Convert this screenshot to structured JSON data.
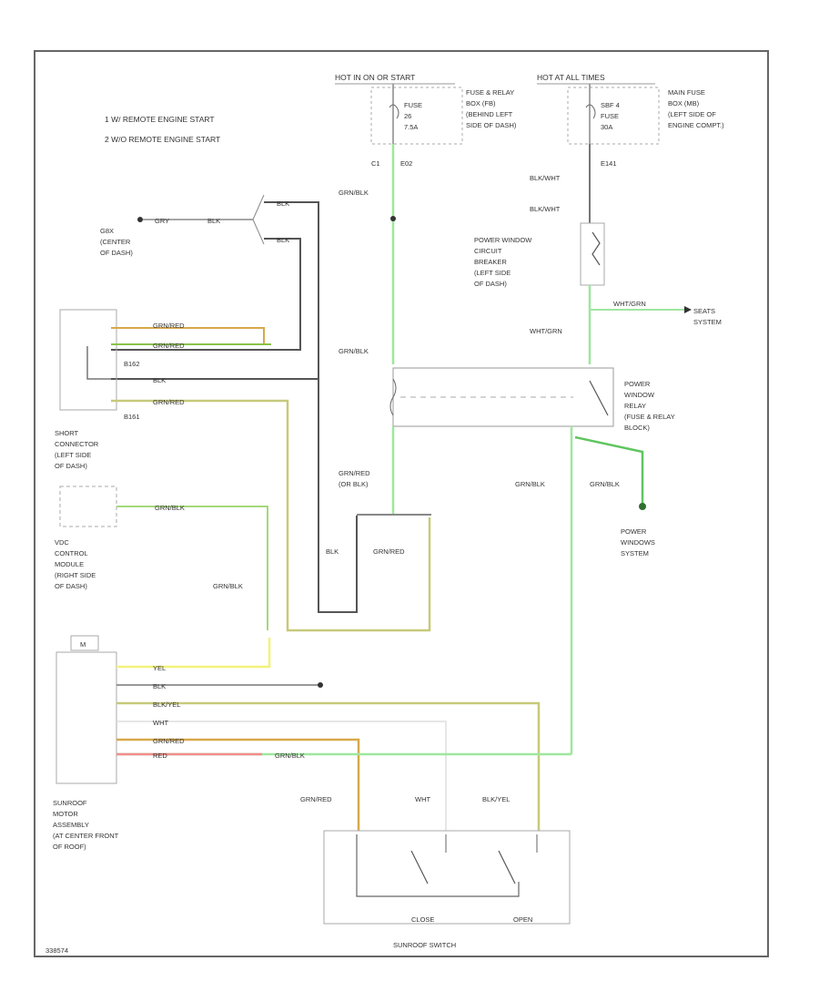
{
  "notes": {
    "note1": "1  W/ REMOTE ENGINE START",
    "note2": "2  W/O REMOTE ENGINE START"
  },
  "power": {
    "hot_run_start": "HOT IN ON OR START",
    "hot_at_all_times": "HOT AT ALL TIMES",
    "fuse_26": [
      "FUSE",
      "26",
      "7.5A"
    ],
    "fuse_relay_block": [
      "FUSE & RELAY",
      "BOX (FB)",
      "(BEHIND LEFT",
      "SIDE OF DASH)"
    ],
    "sbf4": [
      "SBF 4",
      "FUSE",
      "30A"
    ],
    "main_fuse_box": [
      "MAIN FUSE",
      "BOX (MB)",
      "(LEFT SIDE OF",
      "ENGINE COMPT.)"
    ]
  },
  "wires": {
    "c1": "C1",
    "e02": "E02",
    "e141": "E141",
    "grn_blk": "GRN/BLK",
    "blk_wht": "BLK/WHT",
    "wht_grn": "WHT/GRN",
    "gry": "GRY",
    "blk": "BLK",
    "grn_red": "GRN/RED",
    "grn_red_or_blk": [
      "GRN/RED",
      "(OR BLK)"
    ],
    "yel": "YEL",
    "blk_yel": "BLK/YEL",
    "wht": "WHT",
    "red": "RED",
    "b162": "B162",
    "b161": "B161"
  },
  "components": {
    "g8x": [
      "G8X",
      "(CENTER",
      "OF DASH)"
    ],
    "pw_breaker": [
      "POWER WINDOW",
      "CIRCUIT",
      "BREAKER",
      "(LEFT SIDE",
      "OF DASH)"
    ],
    "seats": [
      "SEATS",
      "SYSTEM"
    ],
    "pw_relay": [
      "POWER",
      "WINDOW",
      "RELAY",
      "(FUSE & RELAY",
      "BLOCK)"
    ],
    "pw_system": [
      "POWER",
      "WINDOWS",
      "SYSTEM"
    ],
    "short_connector": [
      "SHORT",
      "CONNECTOR",
      "(LEFT SIDE",
      "OF DASH)"
    ],
    "vdc_module": [
      "VDC",
      "CONTROL",
      "MODULE",
      "(RIGHT SIDE",
      "OF DASH)"
    ],
    "motor": [
      "SUNROOF",
      "MOTOR",
      "ASSEMBLY",
      "(AT CENTER FRONT",
      "OF ROOF)"
    ],
    "motor_m": "M",
    "switch": "SUNROOF SWITCH",
    "close": "CLOSE",
    "open": "OPEN"
  },
  "footer": {
    "code": "338574"
  }
}
